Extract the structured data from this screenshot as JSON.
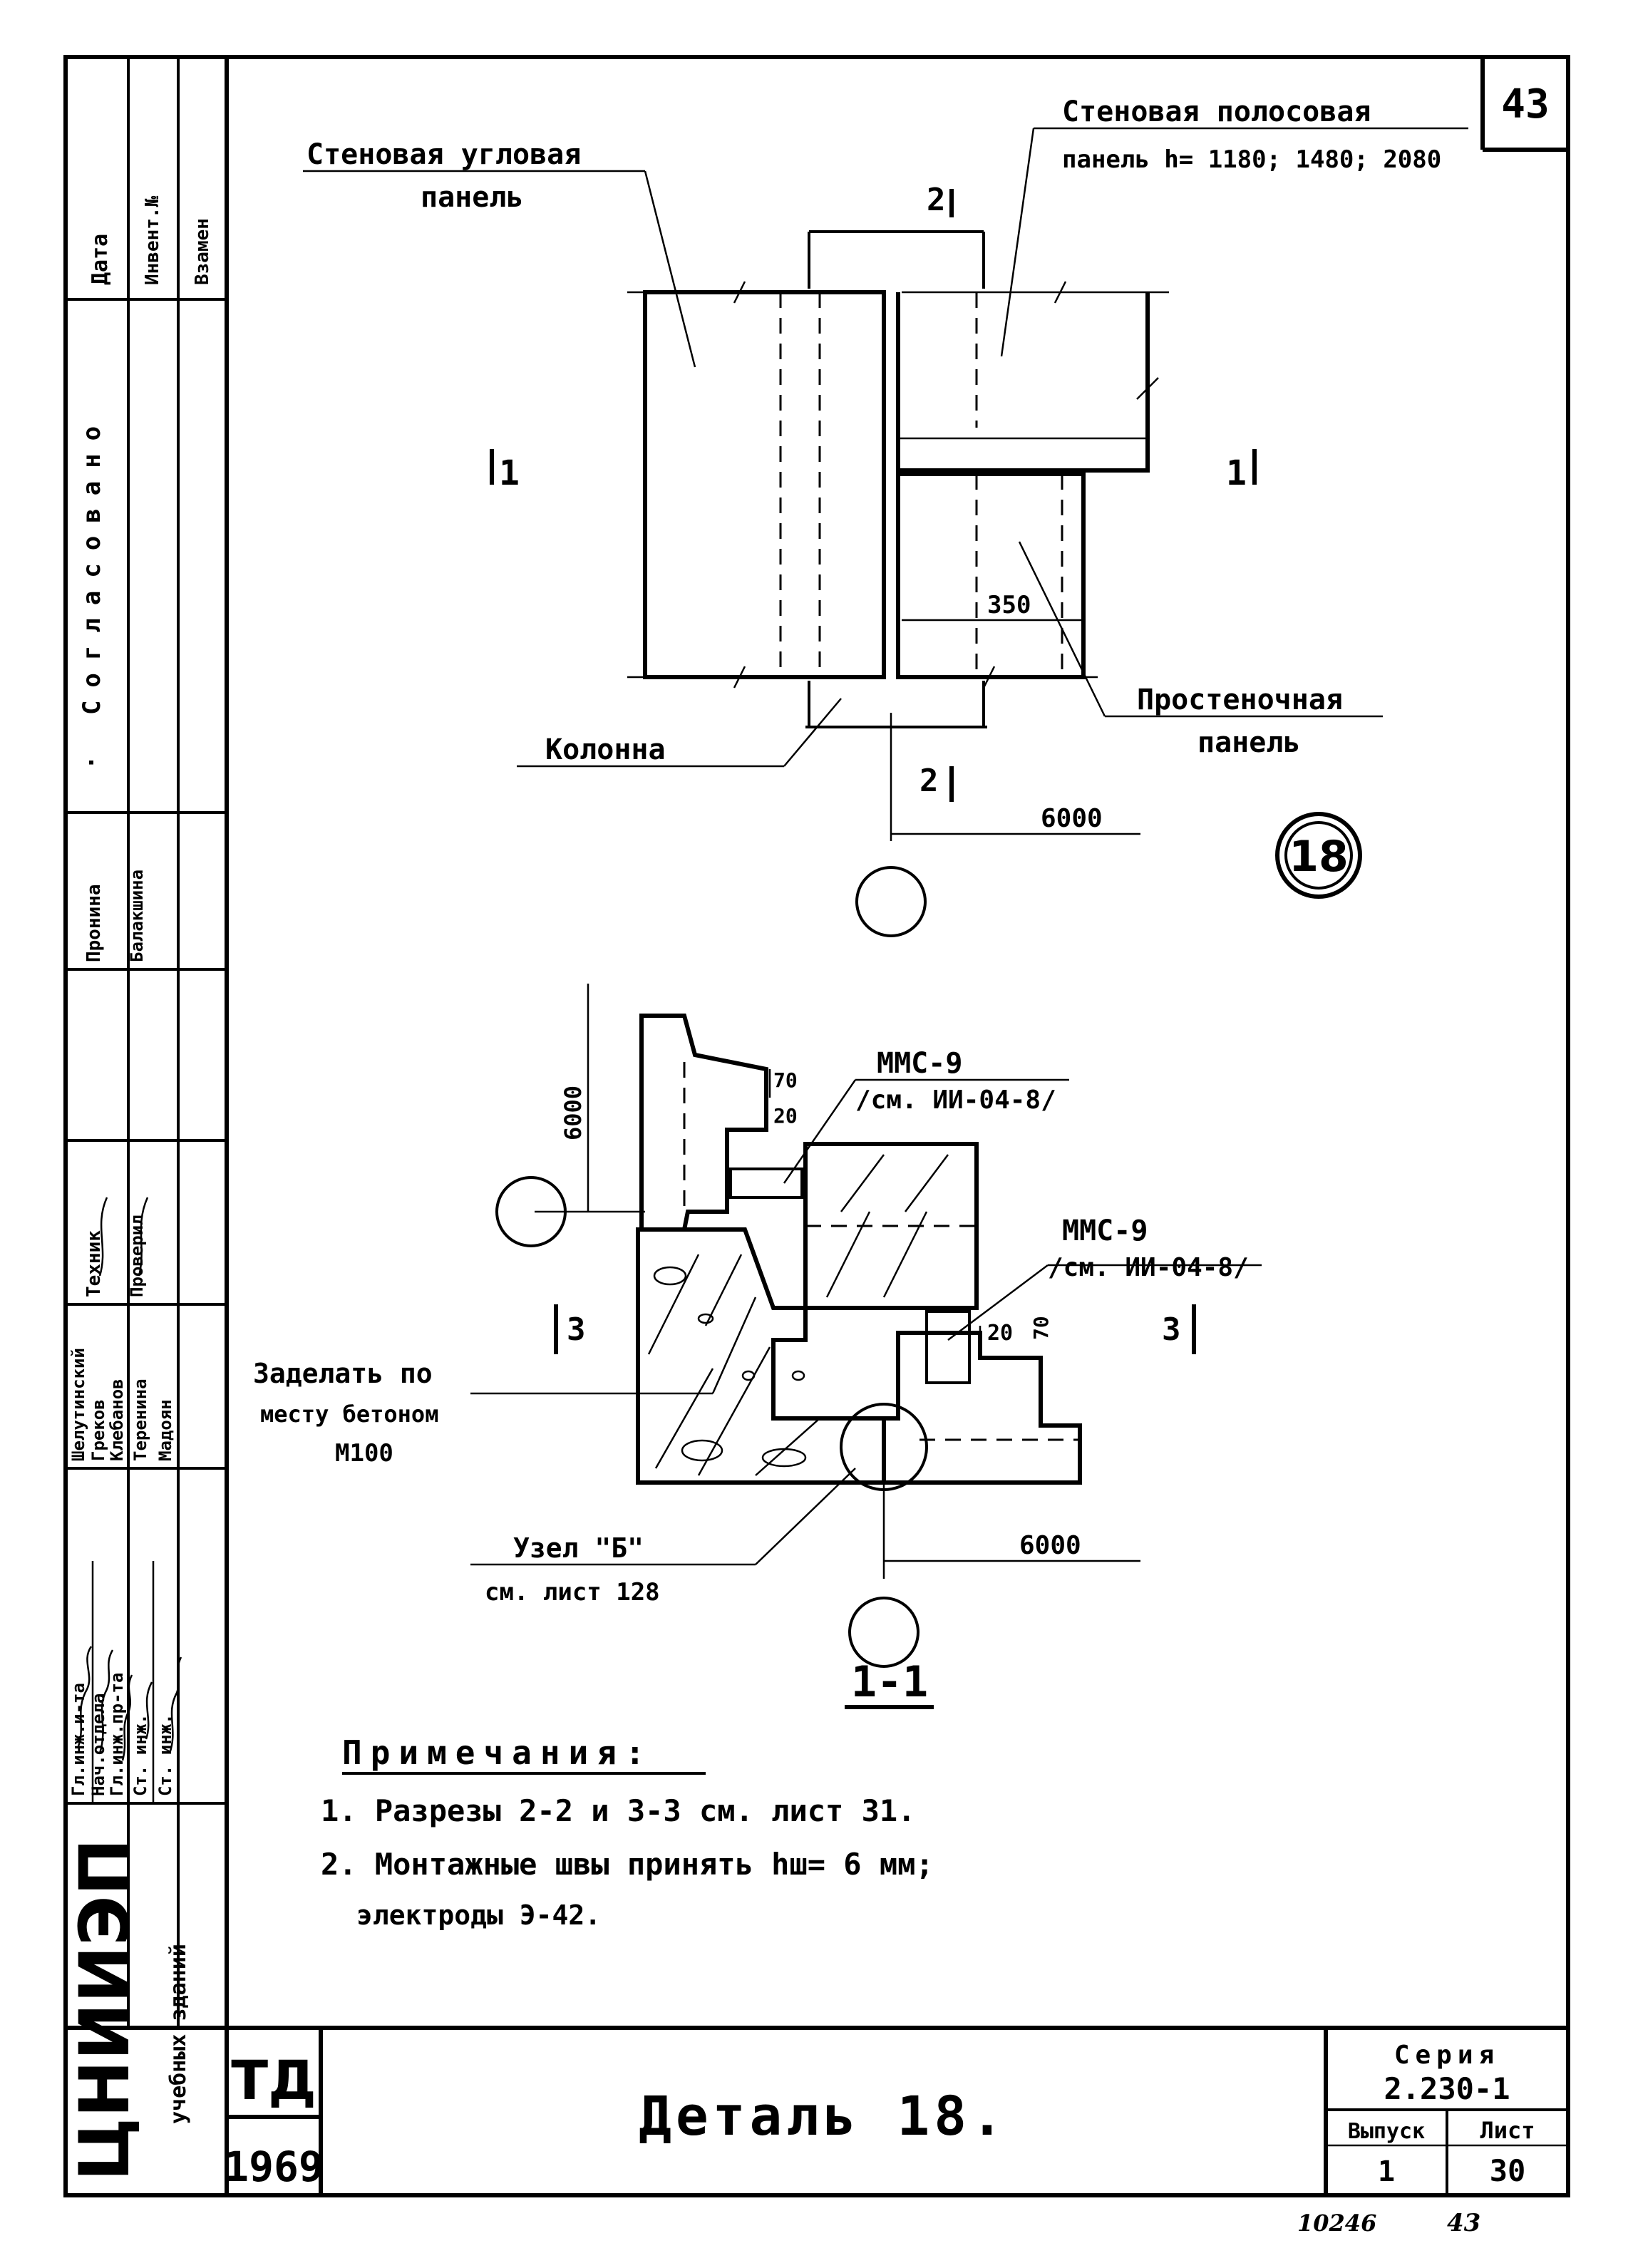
{
  "sheet_number": "43",
  "labels": {
    "corner_panel_l1": "Стеновая угловая",
    "corner_panel_l2": "панель",
    "strip_panel_l1": "Стеновая полосовая",
    "strip_panel_l2": "панель h= 1180; 1480; 2080",
    "column": "Колонна",
    "pier_panel_l1": "Простеночная",
    "pier_panel_l2": "панель",
    "dim_350": "350",
    "dim_6000_top": "6000",
    "dim_6000_vert": "6000",
    "dim_6000_bottom": "6000",
    "dim_70": "70",
    "dim_20_a": "20",
    "dim_20_b": "20",
    "dim_70_b": "70",
    "detail_circle": "18",
    "section_1_left": "1",
    "section_1_right": "1",
    "section_2_top": "2",
    "section_2_bottom": "2",
    "section_3_left": "3",
    "section_3_right": "3",
    "mmc_a_l1": "ММС-9",
    "mmc_a_l2": "/см. ИИ-04-8/",
    "mmc_b_l1": "ММС-9",
    "mmc_b_l2": "/см. ИИ-04-8/",
    "concrete_l1": "Заделать по",
    "concrete_l2": "месту бетоном",
    "concrete_l3": "М100",
    "node_l1": "Узел \"Б\"",
    "node_l2": "см. лист 128",
    "section_title": "1-1"
  },
  "notes": {
    "title": "Примечания:",
    "items": [
      "1. Разрезы 2-2 и 3-3 см. лист 31.",
      "2. Монтажные швы принять hш= 6 мм;",
      "электроды Э-42."
    ]
  },
  "left_strip": {
    "rows": [
      [
        "Гл.инж.и-та",
        "Шелутинский",
        "Техник",
        "Пронина"
      ],
      [
        "Нач.отдела",
        "Греков",
        "Проверил",
        "Балакшина"
      ],
      [
        "Гл.инж.пр-та",
        "Клебанов",
        "",
        ""
      ],
      [
        "Ст. инж.",
        "Теренина",
        "",
        ""
      ],
      [
        "Ст. инж.",
        "Мадоян",
        "",
        ""
      ]
    ],
    "header_cells": [
      "Дата",
      "Инвент.№",
      "Взамен"
    ],
    "agreed": "· Согласовано",
    "institute": "ЦНИИЭП",
    "institute_sub": "учебных зданий"
  },
  "title_block": {
    "td": "ТД",
    "year": "1969",
    "title": "Деталь 18.",
    "series_label": "Серия",
    "series_value": "2.230-1",
    "issue_label": "Выпуск",
    "issue_value": "1",
    "sheet_label": "Лист",
    "sheet_value": "30"
  },
  "footer": {
    "stamp": "10246",
    "page": "43"
  }
}
